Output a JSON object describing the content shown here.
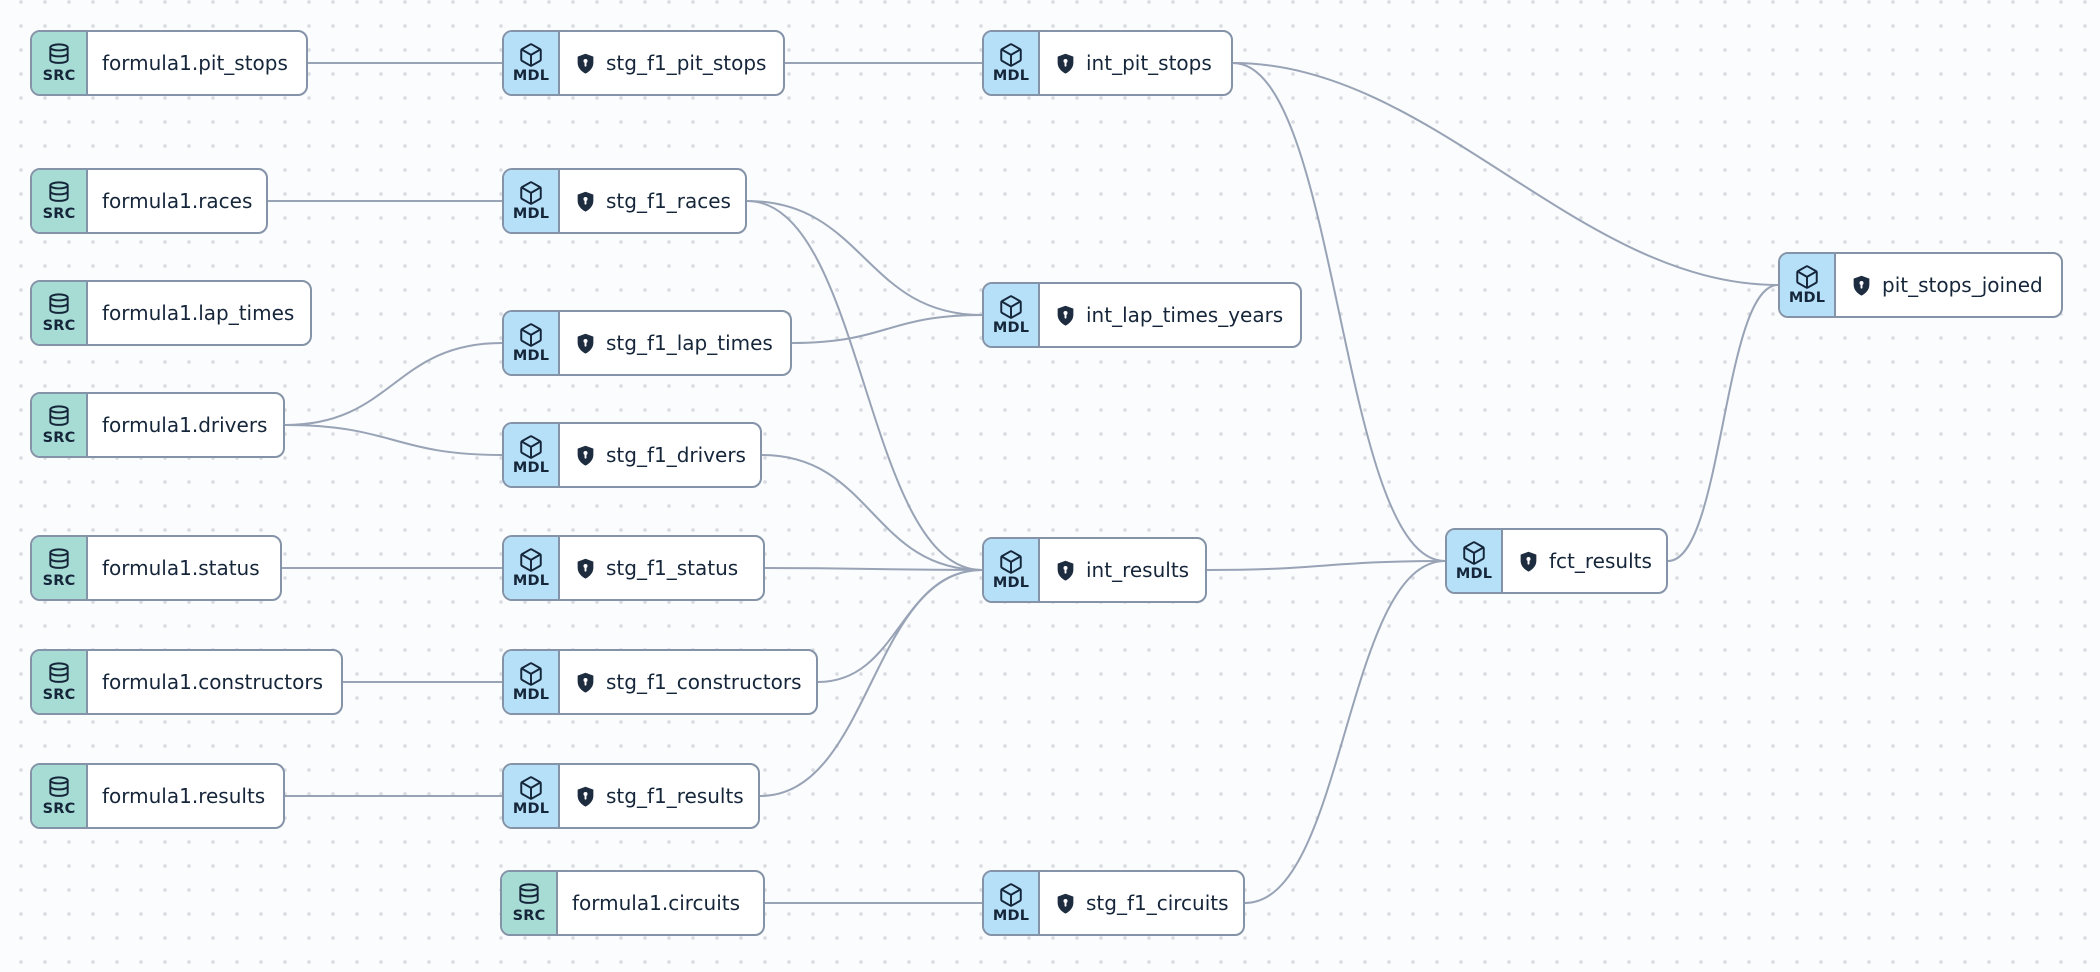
{
  "app": {
    "view": "lineage-graph"
  },
  "badges": {
    "source": "SRC",
    "model": "MDL"
  },
  "colors": {
    "source_badge": "#a7dcd5",
    "model_badge": "#b5e0f8",
    "node_border": "#8493a7",
    "edge": "#98a3b6",
    "text": "#16263a",
    "shield": "#1e2c40",
    "canvas_background": "#fbfcfd",
    "canvas_dot": "#d9dce2"
  },
  "nodes": [
    {
      "id": "formula1.pit_stops",
      "kind": "source",
      "icon": "database-icon",
      "shield": false,
      "label": "formula1.pit_stops"
    },
    {
      "id": "formula1.races",
      "kind": "source",
      "icon": "database-icon",
      "shield": false,
      "label": "formula1.races"
    },
    {
      "id": "formula1.lap_times",
      "kind": "source",
      "icon": "database-icon",
      "shield": false,
      "label": "formula1.lap_times"
    },
    {
      "id": "formula1.drivers",
      "kind": "source",
      "icon": "database-icon",
      "shield": false,
      "label": "formula1.drivers"
    },
    {
      "id": "formula1.status",
      "kind": "source",
      "icon": "database-icon",
      "shield": false,
      "label": "formula1.status"
    },
    {
      "id": "formula1.constructors",
      "kind": "source",
      "icon": "database-icon",
      "shield": false,
      "label": "formula1.constructors"
    },
    {
      "id": "formula1.results",
      "kind": "source",
      "icon": "database-icon",
      "shield": false,
      "label": "formula1.results"
    },
    {
      "id": "formula1.circuits",
      "kind": "source",
      "icon": "database-icon",
      "shield": false,
      "label": "formula1.circuits"
    },
    {
      "id": "stg_f1_pit_stops",
      "kind": "model",
      "icon": "cube-icon",
      "shield": true,
      "label": "stg_f1_pit_stops"
    },
    {
      "id": "stg_f1_races",
      "kind": "model",
      "icon": "cube-icon",
      "shield": true,
      "label": "stg_f1_races"
    },
    {
      "id": "stg_f1_lap_times",
      "kind": "model",
      "icon": "cube-icon",
      "shield": true,
      "label": "stg_f1_lap_times"
    },
    {
      "id": "stg_f1_drivers",
      "kind": "model",
      "icon": "cube-icon",
      "shield": true,
      "label": "stg_f1_drivers"
    },
    {
      "id": "stg_f1_status",
      "kind": "model",
      "icon": "cube-icon",
      "shield": true,
      "label": "stg_f1_status"
    },
    {
      "id": "stg_f1_constructors",
      "kind": "model",
      "icon": "cube-icon",
      "shield": true,
      "label": "stg_f1_constructors"
    },
    {
      "id": "stg_f1_results",
      "kind": "model",
      "icon": "cube-icon",
      "shield": true,
      "label": "stg_f1_results"
    },
    {
      "id": "stg_f1_circuits",
      "kind": "model",
      "icon": "cube-icon",
      "shield": true,
      "label": "stg_f1_circuits"
    },
    {
      "id": "int_pit_stops",
      "kind": "model",
      "icon": "cube-icon",
      "shield": true,
      "label": "int_pit_stops"
    },
    {
      "id": "int_lap_times_years",
      "kind": "model",
      "icon": "cube-icon",
      "shield": true,
      "label": "int_lap_times_years"
    },
    {
      "id": "int_results",
      "kind": "model",
      "icon": "cube-icon",
      "shield": true,
      "label": "int_results"
    },
    {
      "id": "fct_results",
      "kind": "model",
      "icon": "cube-icon",
      "shield": true,
      "label": "fct_results"
    },
    {
      "id": "pit_stops_joined",
      "kind": "model",
      "icon": "cube-icon",
      "shield": true,
      "label": "pit_stops_joined"
    }
  ],
  "edges": [
    {
      "from": "formula1.pit_stops",
      "to": "stg_f1_pit_stops"
    },
    {
      "from": "formula1.races",
      "to": "stg_f1_races"
    },
    {
      "from": "formula1.drivers",
      "to": "stg_f1_lap_times"
    },
    {
      "from": "formula1.drivers",
      "to": "stg_f1_drivers"
    },
    {
      "from": "formula1.status",
      "to": "stg_f1_status"
    },
    {
      "from": "formula1.constructors",
      "to": "stg_f1_constructors"
    },
    {
      "from": "formula1.results",
      "to": "stg_f1_results"
    },
    {
      "from": "formula1.circuits",
      "to": "stg_f1_circuits"
    },
    {
      "from": "stg_f1_pit_stops",
      "to": "int_pit_stops"
    },
    {
      "from": "stg_f1_races",
      "to": "int_lap_times_years"
    },
    {
      "from": "stg_f1_races",
      "to": "int_results"
    },
    {
      "from": "stg_f1_lap_times",
      "to": "int_lap_times_years"
    },
    {
      "from": "stg_f1_drivers",
      "to": "int_results"
    },
    {
      "from": "stg_f1_status",
      "to": "int_results"
    },
    {
      "from": "stg_f1_constructors",
      "to": "int_results"
    },
    {
      "from": "stg_f1_results",
      "to": "int_results"
    },
    {
      "from": "stg_f1_circuits",
      "to": "fct_results"
    },
    {
      "from": "int_pit_stops",
      "to": "pit_stops_joined"
    },
    {
      "from": "int_pit_stops",
      "to": "fct_results"
    },
    {
      "from": "int_results",
      "to": "fct_results"
    },
    {
      "from": "fct_results",
      "to": "pit_stops_joined"
    }
  ]
}
